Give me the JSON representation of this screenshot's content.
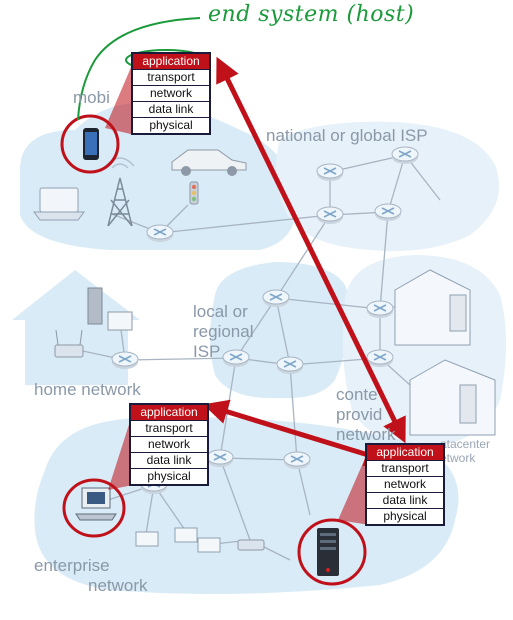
{
  "annotation": {
    "end_system": "end system (host)"
  },
  "regions": {
    "mobile_partial": "mobi",
    "national_isp": "national or global ISP",
    "local_isp": [
      "local or",
      "regional",
      "ISP"
    ],
    "home_network": "home network",
    "content_provider": [
      "conte",
      "provid",
      "network"
    ],
    "datacenter": [
      "atacenter",
      "etwork"
    ],
    "enterprise": [
      "enterprise",
      "network"
    ]
  },
  "stacks": [
    {
      "id": "mobile",
      "layers": [
        "application",
        "transport",
        "network",
        "data link",
        "physical"
      ]
    },
    {
      "id": "enterprise",
      "layers": [
        "application",
        "transport",
        "network",
        "data link",
        "physical"
      ]
    },
    {
      "id": "server",
      "layers": [
        "application",
        "transport",
        "network",
        "data link",
        "physical"
      ]
    }
  ],
  "colors": {
    "accent_red": "#c0111a",
    "cloud_blue": "#d9ebf6",
    "router_blue": "#eef6fb",
    "link_gray": "#a8b4c2",
    "annotation_green": "#1a9a3a",
    "stack_border": "#1a1a3a"
  },
  "icons": [
    "router-icon",
    "smartphone-icon",
    "laptop-icon",
    "car-icon",
    "cell-tower-icon",
    "traffic-light-icon",
    "house-icon",
    "wifi-router-icon",
    "desktop-pc-icon",
    "server-icon",
    "datacenter-building-icon"
  ]
}
